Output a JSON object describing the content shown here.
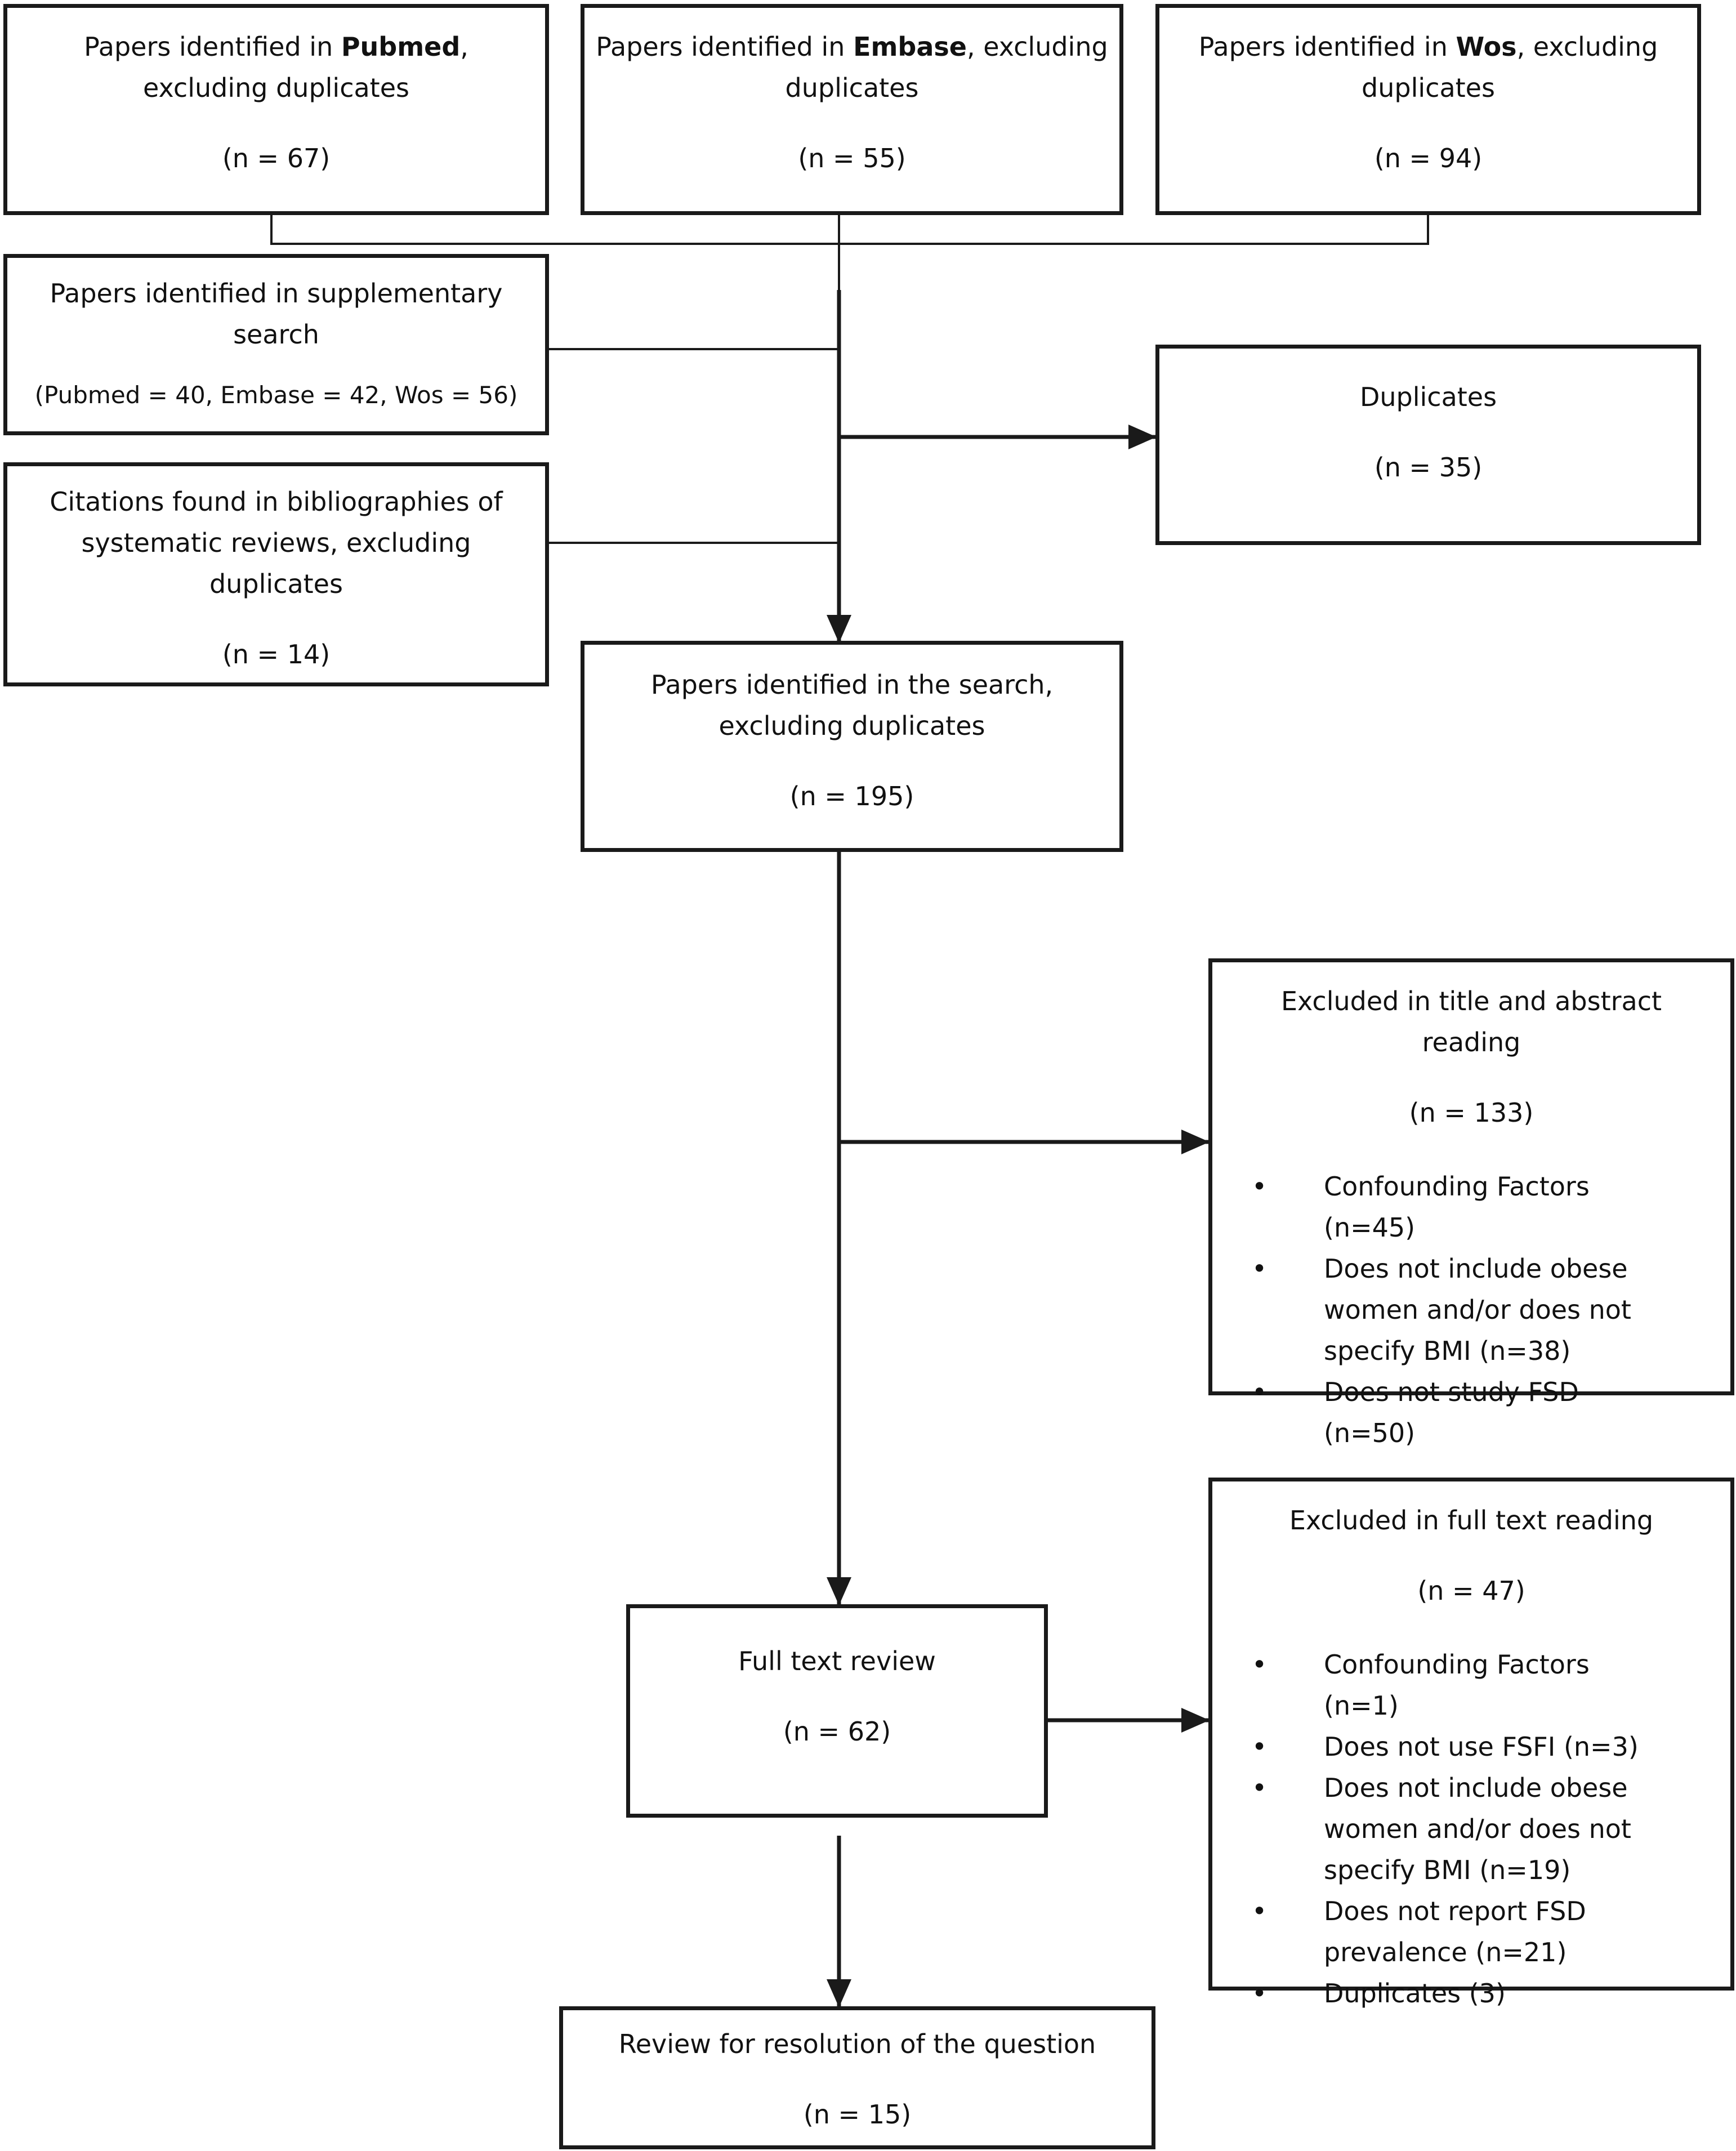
{
  "boxes": {
    "pubmed": {
      "prefix": "Papers identified in ",
      "db": "Pubmed",
      "suffix": ",",
      "line2": "excluding duplicates",
      "n": "(n = 67)"
    },
    "embase": {
      "prefix": "Papers identified in ",
      "db": "Embase",
      "suffix": ", excluding",
      "line2": "duplicates",
      "n": "(n = 55)"
    },
    "wos": {
      "prefix": "Papers identified in ",
      "db": "Wos",
      "suffix": ", excluding",
      "line2": "duplicates",
      "n": "(n = 94)"
    },
    "supplementary": {
      "line1": "Papers identified in supplementary",
      "line2": "search",
      "n": "(Pubmed = 40, Embase = 42, Wos = 56)"
    },
    "citations": {
      "line1": "Citations found in bibliographies of",
      "line2": "systematic reviews, excluding",
      "line3": "duplicates",
      "n": "(n = 14)"
    },
    "duplicates": {
      "title": "Duplicates",
      "n": "(n = 35)"
    },
    "identified": {
      "line1": "Papers identified in the search,",
      "line2": "excluding duplicates",
      "n": "(n = 195)"
    },
    "excluded_title": {
      "line1": "Excluded in title and abstract",
      "line2": "reading",
      "n": "(n = 133)",
      "items": [
        "Confounding Factors (n=45)",
        "Does not include obese women and/or does not specify BMI (n=38)",
        "Does not study FSD (n=50)"
      ]
    },
    "full_text": {
      "title": "Full text review",
      "n": "(n = 62)"
    },
    "excluded_full": {
      "title": "Excluded in full text reading",
      "n": "(n = 47)",
      "items": [
        "Confounding Factors (n=1)",
        "Does not use FSFI (n=3)",
        "Does not include obese women and/or does not specify BMI (n=19)",
        "Does not report FSD prevalence (n=21)",
        "Duplicates (3)"
      ]
    },
    "final": {
      "title": "Review for resolution of the question",
      "n": "(n = 15)"
    }
  }
}
